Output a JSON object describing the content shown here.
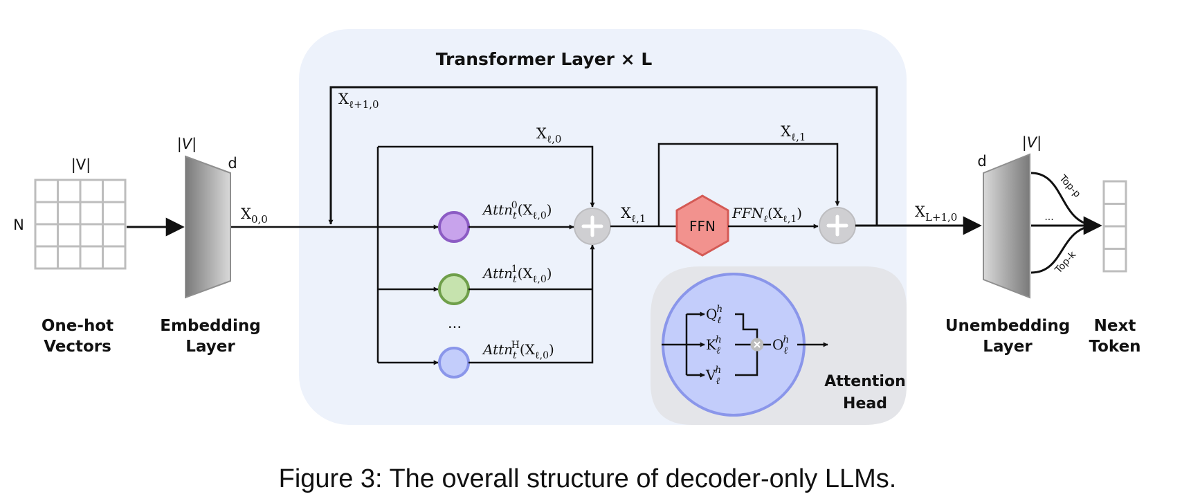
{
  "title": "Transformer Layer × L",
  "caption": "Figure 3: The overall structure of decoder-only LLMs.",
  "labels": {
    "onehot_line1": "One-hot",
    "onehot_line2": "Vectors",
    "embed_line1": "Embedding",
    "embed_line2": "Layer",
    "unembed_line1": "Unembedding",
    "unembed_line2": "Layer",
    "next_line1": "Next",
    "next_line2": "Token",
    "attn_head_line1": "Attention",
    "attn_head_line2": "Head",
    "ffn_box": "FFN"
  },
  "dims": {
    "onehot_V": "|V|",
    "onehot_N": "N",
    "embed_V": "|V|",
    "embed_d": "d",
    "unembed_d": "d",
    "unembed_V": "|V|"
  },
  "math": {
    "x00": {
      "base": "X",
      "sub": "0,0"
    },
    "x_l1_0": {
      "base": "X",
      "sub": "ℓ+1,0"
    },
    "x_l0": {
      "base": "X",
      "sub": "ℓ,0"
    },
    "x_l1_mid": {
      "base": "X",
      "sub": "ℓ,1"
    },
    "x_l1_top": {
      "base": "X",
      "sub": "ℓ,1"
    },
    "x_L1_0": {
      "base": "X",
      "sub": "L+1,0"
    },
    "attn0": {
      "name": "Attn",
      "sub": "t",
      "sup": "0",
      "arg": "(X",
      "argsub": "ℓ,0",
      "close": ")"
    },
    "attn1": {
      "name": "Attn",
      "sub": "t",
      "sup": "1",
      "arg": "(X",
      "argsub": "ℓ,0",
      "close": ")"
    },
    "attnH": {
      "name": "Attn",
      "sub": "t",
      "sup": "H",
      "arg": "(X",
      "argsub": "ℓ,0",
      "close": ")"
    },
    "ffn_out": {
      "name": "FFN",
      "sub": "ℓ",
      "arg": "(X",
      "argsub": "ℓ,1",
      "close": ")"
    },
    "q": {
      "base": "Q",
      "sub": "ℓ",
      "sup": "h"
    },
    "k": {
      "base": "K",
      "sub": "ℓ",
      "sup": "h"
    },
    "v": {
      "base": "V",
      "sub": "ℓ",
      "sup": "h"
    },
    "o": {
      "base": "O",
      "sub": "ℓ",
      "sup": "h"
    }
  },
  "heads_ellipsis": "...",
  "sampling": {
    "top_p": "Top-p",
    "top_k": "Top-k",
    "ellipsis": "..."
  },
  "colors": {
    "panel_bg": "#edf2fb",
    "attn_panel_bg": "#e4e5e9",
    "attn_circle": "#c3cdfb",
    "attn_circle_stroke": "#8a96ea",
    "head0_fill": "#c8a3ec",
    "head0_stroke": "#8c5cc4",
    "head1_fill": "#c6e3ae",
    "head1_stroke": "#6f9f4a",
    "headH_fill": "#c3cdfb",
    "headH_stroke": "#8a96ea",
    "ffn_fill": "#f2928e",
    "ffn_stroke": "#d45a55",
    "adder": "#cfcfd2",
    "grid": "#bdbdbd"
  }
}
